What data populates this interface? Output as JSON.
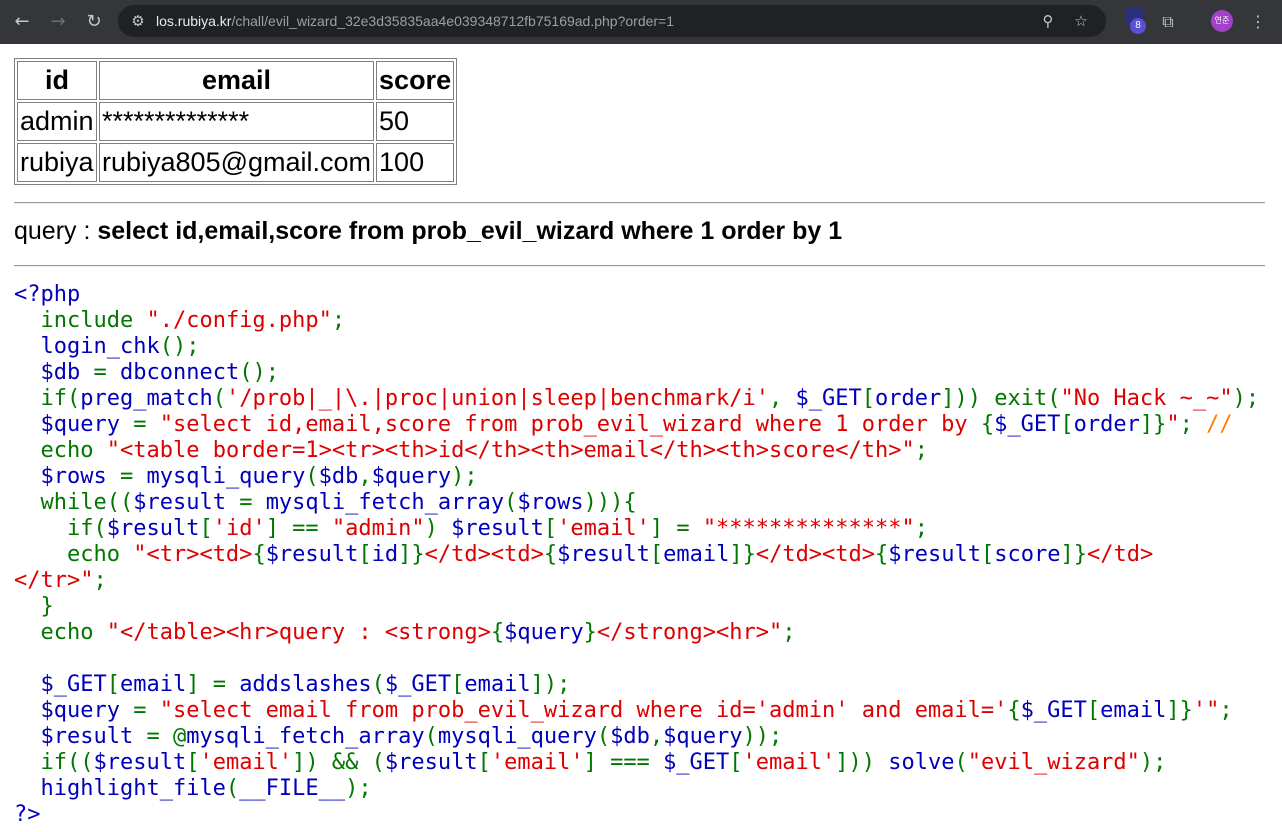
{
  "browser": {
    "url_host": "los.rubiya.kr",
    "url_path": "/chall/evil_wizard_32e3d35835aa4e039348712fb75169ad.php?order=1",
    "extension_badge_count": "8",
    "profile_initials": "연준"
  },
  "results_table": {
    "headers": [
      "id",
      "email",
      "score"
    ],
    "rows": [
      [
        "admin",
        "**************",
        "50"
      ],
      [
        "rubiya",
        "rubiya805@gmail.com",
        "100"
      ]
    ]
  },
  "query": {
    "label": "query : ",
    "text": "select id,email,score from prob_evil_wizard where 1 order by 1"
  },
  "source_code": {
    "colors": {
      "html": "#000000",
      "default": "#0000BB",
      "keyword": "#007700",
      "string": "#DD0000",
      "comment": "#FF8000"
    },
    "lines": [
      [
        [
          "default",
          "<?php"
        ]
      ],
      [
        [
          "default",
          "  "
        ],
        [
          "keyword",
          "include "
        ],
        [
          "string",
          "\"./config.php\""
        ],
        [
          "keyword",
          ";"
        ]
      ],
      [
        [
          "default",
          "  login_chk"
        ],
        [
          "keyword",
          "();"
        ]
      ],
      [
        [
          "default",
          "  $db "
        ],
        [
          "keyword",
          "= "
        ],
        [
          "default",
          "dbconnect"
        ],
        [
          "keyword",
          "();"
        ]
      ],
      [
        [
          "default",
          "  "
        ],
        [
          "keyword",
          "if("
        ],
        [
          "default",
          "preg_match"
        ],
        [
          "keyword",
          "("
        ],
        [
          "string",
          "'/prob|_|\\.|proc|union|sleep|benchmark/i'"
        ],
        [
          "keyword",
          ", "
        ],
        [
          "default",
          "$_GET"
        ],
        [
          "keyword",
          "["
        ],
        [
          "default",
          "order"
        ],
        [
          "keyword",
          "])) exit("
        ],
        [
          "string",
          "\"No Hack ~_~\""
        ],
        [
          "keyword",
          ");"
        ]
      ],
      [
        [
          "default",
          "  $query "
        ],
        [
          "keyword",
          "= "
        ],
        [
          "string",
          "\"select id,email,score from prob_evil_wizard where 1 order by "
        ],
        [
          "keyword",
          "{"
        ],
        [
          "default",
          "$_GET"
        ],
        [
          "keyword",
          "["
        ],
        [
          "default",
          "order"
        ],
        [
          "keyword",
          "]}"
        ],
        [
          "string",
          "\""
        ],
        [
          "keyword",
          "; "
        ],
        [
          "comment",
          "//"
        ]
      ],
      [
        [
          "default",
          "  "
        ],
        [
          "keyword",
          "echo "
        ],
        [
          "string",
          "\"<table border=1><tr><th>id</th><th>email</th><th>score</th>\""
        ],
        [
          "keyword",
          ";"
        ]
      ],
      [
        [
          "default",
          "  $rows "
        ],
        [
          "keyword",
          "= "
        ],
        [
          "default",
          "mysqli_query"
        ],
        [
          "keyword",
          "("
        ],
        [
          "default",
          "$db"
        ],
        [
          "keyword",
          ","
        ],
        [
          "default",
          "$query"
        ],
        [
          "keyword",
          ");"
        ]
      ],
      [
        [
          "default",
          "  "
        ],
        [
          "keyword",
          "while(("
        ],
        [
          "default",
          "$result "
        ],
        [
          "keyword",
          "= "
        ],
        [
          "default",
          "mysqli_fetch_array"
        ],
        [
          "keyword",
          "("
        ],
        [
          "default",
          "$rows"
        ],
        [
          "keyword",
          "))){"
        ]
      ],
      [
        [
          "default",
          "    "
        ],
        [
          "keyword",
          "if("
        ],
        [
          "default",
          "$result"
        ],
        [
          "keyword",
          "["
        ],
        [
          "string",
          "'id'"
        ],
        [
          "keyword",
          "] == "
        ],
        [
          "string",
          "\"admin\""
        ],
        [
          "keyword",
          ") "
        ],
        [
          "default",
          "$result"
        ],
        [
          "keyword",
          "["
        ],
        [
          "string",
          "'email'"
        ],
        [
          "keyword",
          "] = "
        ],
        [
          "string",
          "\"**************\""
        ],
        [
          "keyword",
          ";"
        ]
      ],
      [
        [
          "default",
          "    "
        ],
        [
          "keyword",
          "echo "
        ],
        [
          "string",
          "\"<tr><td>"
        ],
        [
          "keyword",
          "{"
        ],
        [
          "default",
          "$result"
        ],
        [
          "keyword",
          "["
        ],
        [
          "default",
          "id"
        ],
        [
          "keyword",
          "]}"
        ],
        [
          "string",
          "</td><td>"
        ],
        [
          "keyword",
          "{"
        ],
        [
          "default",
          "$result"
        ],
        [
          "keyword",
          "["
        ],
        [
          "default",
          "email"
        ],
        [
          "keyword",
          "]}"
        ],
        [
          "string",
          "</td><td>"
        ],
        [
          "keyword",
          "{"
        ],
        [
          "default",
          "$result"
        ],
        [
          "keyword",
          "["
        ],
        [
          "default",
          "score"
        ],
        [
          "keyword",
          "]}"
        ],
        [
          "string",
          "</td>"
        ]
      ],
      [
        [
          "string",
          "</tr>\""
        ],
        [
          "keyword",
          ";"
        ]
      ],
      [
        [
          "default",
          "  "
        ],
        [
          "keyword",
          "}"
        ]
      ],
      [
        [
          "default",
          "  "
        ],
        [
          "keyword",
          "echo "
        ],
        [
          "string",
          "\"</table><hr>query : <strong>"
        ],
        [
          "keyword",
          "{"
        ],
        [
          "default",
          "$query"
        ],
        [
          "keyword",
          "}"
        ],
        [
          "string",
          "</strong><hr>\""
        ],
        [
          "keyword",
          ";"
        ]
      ],
      [
        [
          "default",
          ""
        ]
      ],
      [
        [
          "default",
          "  $_GET"
        ],
        [
          "keyword",
          "["
        ],
        [
          "default",
          "email"
        ],
        [
          "keyword",
          "] = "
        ],
        [
          "default",
          "addslashes"
        ],
        [
          "keyword",
          "("
        ],
        [
          "default",
          "$_GET"
        ],
        [
          "keyword",
          "["
        ],
        [
          "default",
          "email"
        ],
        [
          "keyword",
          "]);"
        ]
      ],
      [
        [
          "default",
          "  $query "
        ],
        [
          "keyword",
          "= "
        ],
        [
          "string",
          "\"select email from prob_evil_wizard where id='admin' and email='"
        ],
        [
          "keyword",
          "{"
        ],
        [
          "default",
          "$_GET"
        ],
        [
          "keyword",
          "["
        ],
        [
          "default",
          "email"
        ],
        [
          "keyword",
          "]}"
        ],
        [
          "string",
          "'\""
        ],
        [
          "keyword",
          ";"
        ]
      ],
      [
        [
          "default",
          "  $result "
        ],
        [
          "keyword",
          "= @"
        ],
        [
          "default",
          "mysqli_fetch_array"
        ],
        [
          "keyword",
          "("
        ],
        [
          "default",
          "mysqli_query"
        ],
        [
          "keyword",
          "("
        ],
        [
          "default",
          "$db"
        ],
        [
          "keyword",
          ","
        ],
        [
          "default",
          "$query"
        ],
        [
          "keyword",
          "));"
        ]
      ],
      [
        [
          "default",
          "  "
        ],
        [
          "keyword",
          "if(("
        ],
        [
          "default",
          "$result"
        ],
        [
          "keyword",
          "["
        ],
        [
          "string",
          "'email'"
        ],
        [
          "keyword",
          "]) && ("
        ],
        [
          "default",
          "$result"
        ],
        [
          "keyword",
          "["
        ],
        [
          "string",
          "'email'"
        ],
        [
          "keyword",
          "] === "
        ],
        [
          "default",
          "$_GET"
        ],
        [
          "keyword",
          "["
        ],
        [
          "string",
          "'email'"
        ],
        [
          "keyword",
          "])) "
        ],
        [
          "default",
          "solve"
        ],
        [
          "keyword",
          "("
        ],
        [
          "string",
          "\"evil_wizard\""
        ],
        [
          "keyword",
          ");"
        ]
      ],
      [
        [
          "default",
          "  highlight_file"
        ],
        [
          "keyword",
          "("
        ],
        [
          "default",
          "__FILE__"
        ],
        [
          "keyword",
          ");"
        ]
      ],
      [
        [
          "default",
          "?>"
        ]
      ]
    ]
  }
}
